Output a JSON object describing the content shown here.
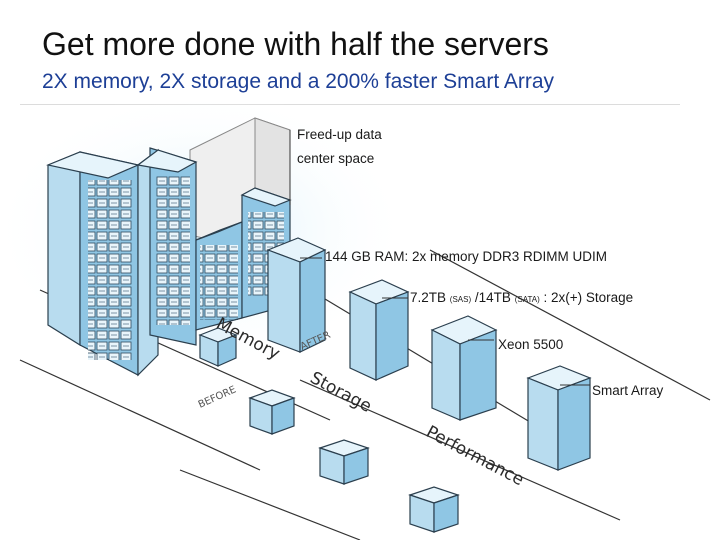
{
  "slide": {
    "title": "Get more done with half the servers",
    "subtitle": "2X memory, 2X storage and a 200% faster Smart Array"
  },
  "labels": {
    "freed_line1": "Freed-up data",
    "freed_line2": "center space",
    "ram": "144 GB RAM: 2x memory DDR3 RDIMM UDIM",
    "storage_a": "7.2TB",
    "storage_sas": "(SAS)",
    "storage_b": "/14TB",
    "storage_sata": "(SATA)",
    "storage_c": ": 2x(+) Storage",
    "xeon": "Xeon 5500",
    "smart_array": "Smart Array"
  },
  "floor_text": {
    "before": "BEFORE",
    "after": "AFTER",
    "memory": "Memory",
    "storage": "Storage",
    "performance": "Performance"
  },
  "colors": {
    "title": "#111111",
    "subtitle": "#1d3f96",
    "server_front": "#8fc6e4",
    "server_side": "#b8dcef",
    "server_top": "#e6f4fb"
  }
}
